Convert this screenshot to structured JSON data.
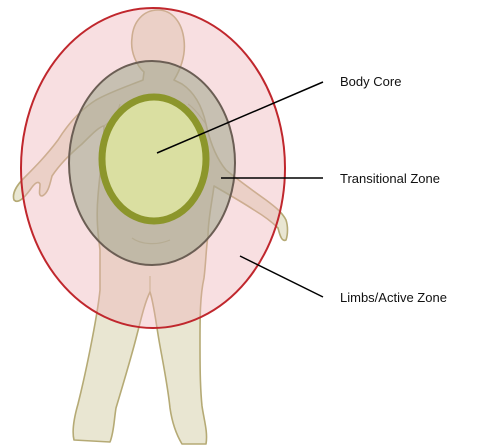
{
  "labels": {
    "body_core": "Body Core",
    "transitional_zone": "Transitional Zone",
    "limbs_active_zone": "Limbs/Active Zone"
  },
  "colors": {
    "figure_fill": "#e9e6d2",
    "figure_stroke": "#b5aa75",
    "outer_fill": "#efb3b7",
    "outer_stroke": "#c0272d",
    "middle_fill": "#b1b8a2",
    "middle_stroke": "#6b5e54",
    "core_fill": "#dbe0a0",
    "core_stroke": "#8c962b",
    "leader_line": "#000000"
  }
}
